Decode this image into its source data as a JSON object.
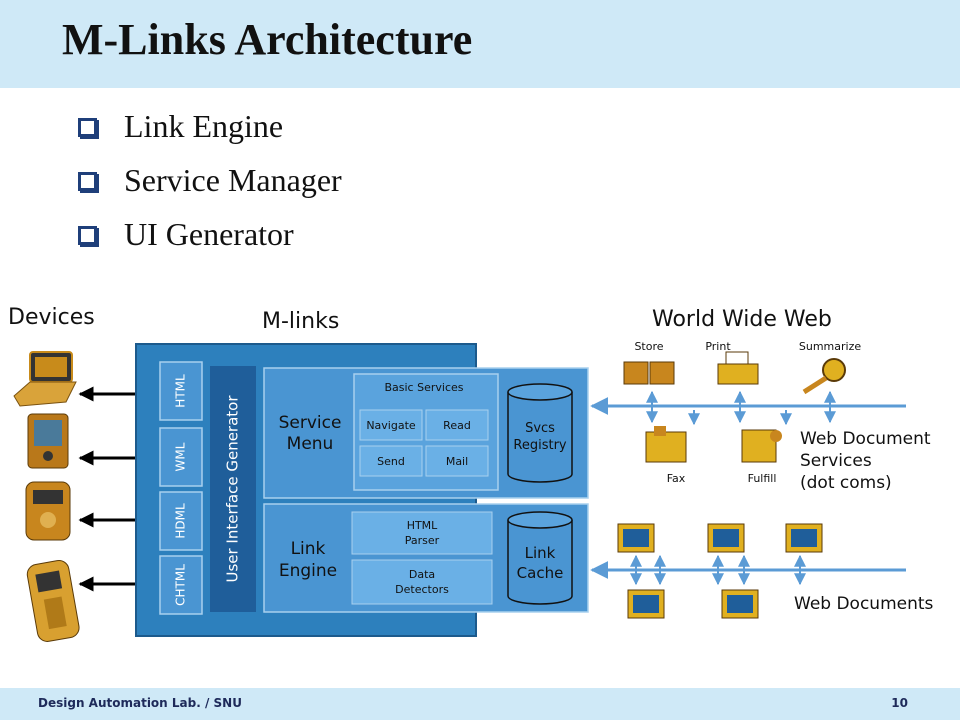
{
  "slide": {
    "title": "M-Links Architecture",
    "bullets": [
      "Link Engine",
      "Service Manager",
      "UI Generator"
    ]
  },
  "diagram": {
    "devices_label": "Devices",
    "mlinks_label": "M-links",
    "www_label": "World Wide Web",
    "protocols": [
      "HTML",
      "WML",
      "HDML",
      "CHTML"
    ],
    "ui_generator": "User Interface Generator",
    "service_menu": [
      "Service",
      "Menu"
    ],
    "basic_services_title": "Basic Services",
    "basic_services": [
      "Navigate",
      "Read",
      "Send",
      "Mail"
    ],
    "svcs_registry": [
      "Svcs",
      "Registry"
    ],
    "link_engine": [
      "Link",
      "Engine"
    ],
    "html_parser": [
      "HTML",
      "Parser"
    ],
    "data_detectors": [
      "Data",
      "Detectors"
    ],
    "link_cache": [
      "Link",
      "Cache"
    ],
    "web_services_top": [
      "Store",
      "Print",
      "Summarize"
    ],
    "web_services_bottom": [
      "Fax",
      "Fulfill"
    ],
    "web_doc_services": [
      "Web Document",
      "Services",
      "(dot coms)"
    ],
    "web_documents": "Web Documents"
  },
  "colors": {
    "title_bar": "#cfe9f7",
    "mlinks_bg": "#2d80bd",
    "panel": "#4a95d2",
    "sub_panel": "#5aa3dd",
    "ui_gen_bar": "#1f5e9a",
    "connector": "#5b9bd5"
  },
  "footer": {
    "lab": "Design Automation Lab. / SNU",
    "page": "10"
  }
}
